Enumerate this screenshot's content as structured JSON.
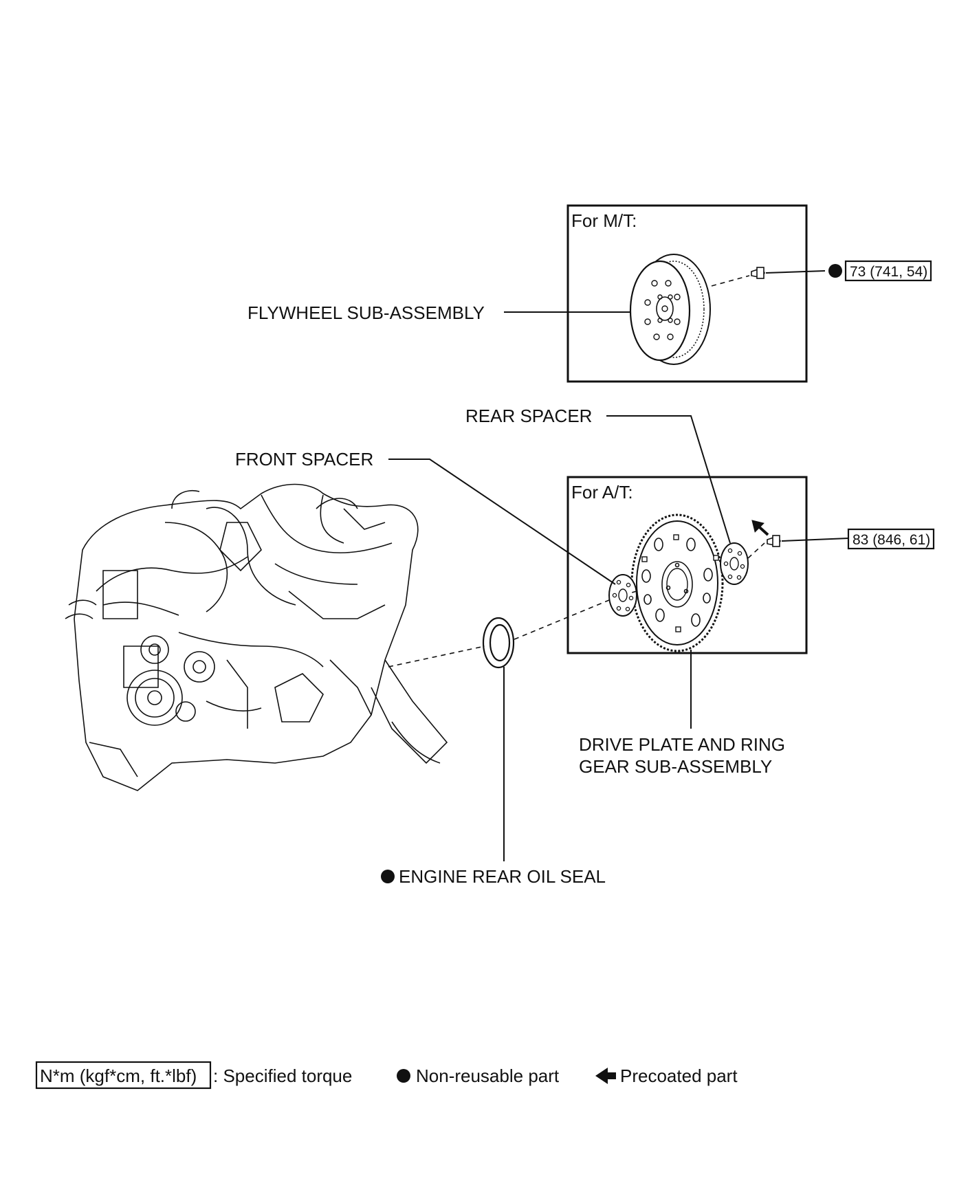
{
  "panels": {
    "mt_title": "For M/T:",
    "at_title": "For A/T:"
  },
  "labels": {
    "flywheel": "FLYWHEEL SUB-ASSEMBLY",
    "rear_spacer": "REAR SPACER",
    "front_spacer": "FRONT SPACER",
    "drive_plate_line1": "DRIVE PLATE AND RING",
    "drive_plate_line2": "GEAR SUB-ASSEMBLY",
    "oil_seal": "ENGINE REAR OIL SEAL"
  },
  "torque": {
    "mt_bolt": "73 (741, 54)",
    "at_bolt": "83 (846, 61)"
  },
  "legend": {
    "torque_box": "N*m (kgf*cm, ft.*lbf)",
    "torque_text": ": Specified torque",
    "nonreusable_text": "Non-reusable part",
    "precoated_text": "Precoated part"
  }
}
